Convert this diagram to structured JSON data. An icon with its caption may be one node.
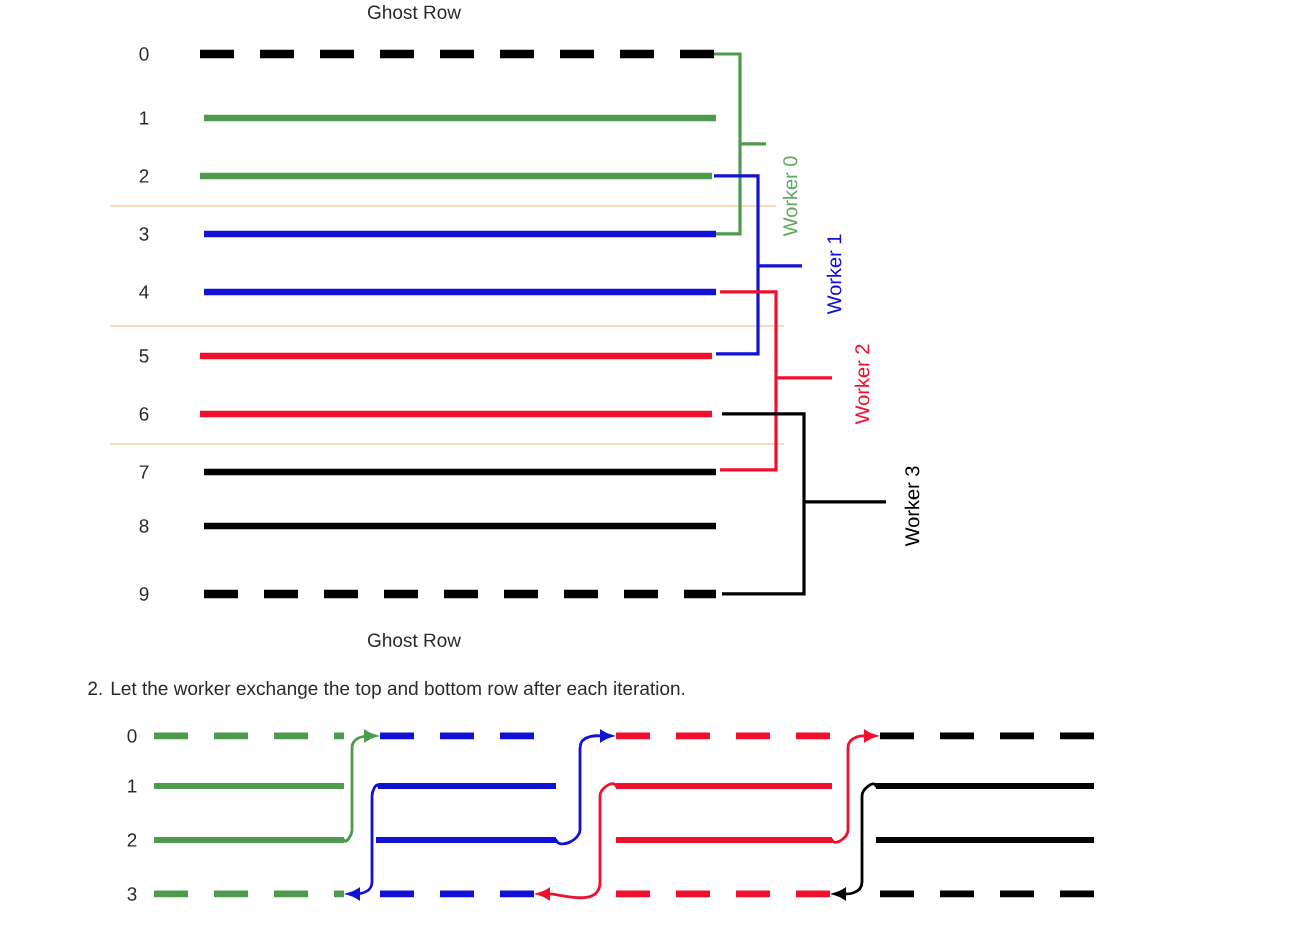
{
  "diagram": {
    "nodes": [
      {
        "text": [],
        "shape": "line",
        "beside": [
          "Ghost Row",
          "0"
        ]
      },
      {
        "text": [],
        "shape": "line",
        "beside": [
          "1"
        ]
      },
      {
        "text": [],
        "shape": "line",
        "beside": [
          "2"
        ]
      },
      {
        "text": [],
        "shape": "line",
        "beside": [
          "3"
        ]
      },
      {
        "text": [],
        "shape": "line",
        "beside": [
          "4"
        ]
      },
      {
        "text": [],
        "shape": "line",
        "beside": [
          "5"
        ]
      },
      {
        "text": [],
        "shape": "line",
        "beside": [
          "6"
        ]
      },
      {
        "text": [],
        "shape": "line",
        "beside": [
          "7"
        ]
      },
      {
        "text": [],
        "shape": "line",
        "beside": [
          "8"
        ]
      },
      {
        "text": [],
        "shape": "line",
        "beside": [
          "9",
          "Ghost Row"
        ]
      },
      {
        "text": [],
        "shape": "line",
        "beside": [
          "0"
        ]
      },
      {
        "text": [],
        "shape": "line",
        "beside": [
          "1"
        ]
      },
      {
        "text": [],
        "shape": "line",
        "beside": [
          "2"
        ]
      },
      {
        "text": [],
        "shape": "line",
        "beside": [
          "3"
        ]
      },
      {
        "text": [],
        "shape": "line"
      },
      {
        "text": [],
        "shape": "line"
      },
      {
        "text": [],
        "shape": "line"
      },
      {
        "text": [],
        "shape": "line"
      },
      {
        "text": [],
        "shape": "line"
      },
      {
        "text": [],
        "shape": "line"
      },
      {
        "text": [],
        "shape": "line"
      },
      {
        "text": [],
        "shape": "line"
      },
      {
        "text": [],
        "shape": "line"
      },
      {
        "text": [],
        "shape": "line"
      },
      {
        "text": [],
        "shape": "line"
      },
      {
        "text": [],
        "shape": "line"
      }
    ],
    "edges": [
      {
        "from": 12,
        "to": 14,
        "arrow": "to",
        "color": "#4e9b4e"
      },
      {
        "from": 15,
        "to": 13,
        "arrow": "to",
        "color": "#1212d6"
      },
      {
        "from": 16,
        "to": 18,
        "arrow": "to",
        "color": "#1212d6"
      },
      {
        "from": 19,
        "to": 17,
        "arrow": "to",
        "color": "#f0102e"
      },
      {
        "from": 20,
        "to": 22,
        "arrow": "to",
        "color": "#f0102e"
      },
      {
        "from": 23,
        "to": 21,
        "arrow": "to",
        "color": "#000000"
      }
    ],
    "labels": [
      "Worker 0",
      "Worker 1",
      "Worker 2",
      "Worker 3",
      "2. Let the worker exchange the top and bottom row after each iteration."
    ]
  }
}
